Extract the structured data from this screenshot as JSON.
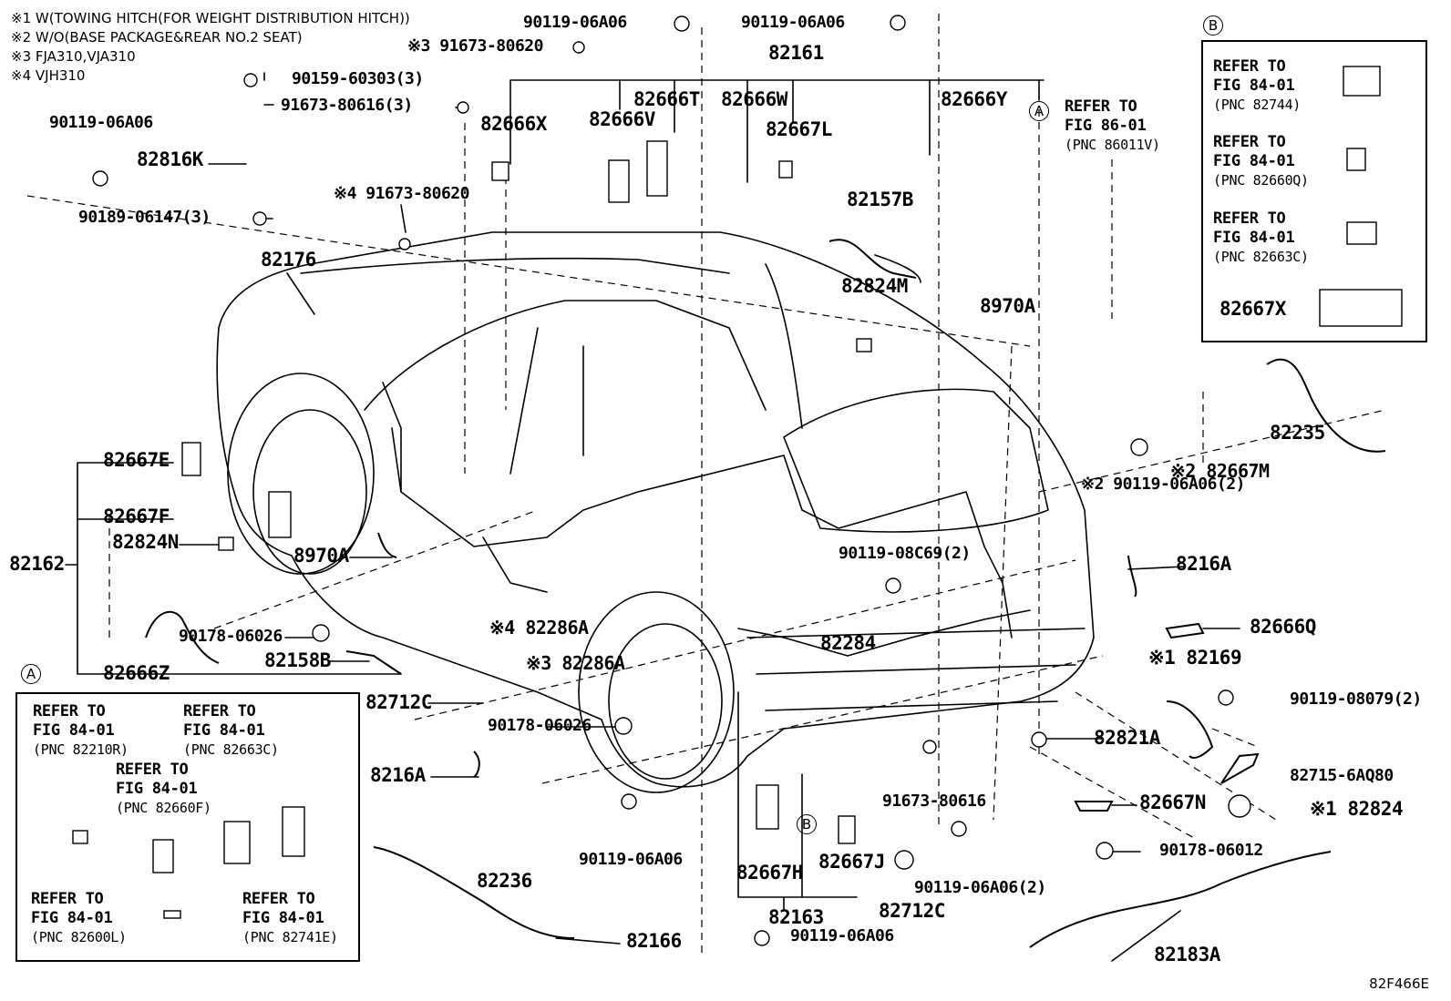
{
  "notes": [
    "※1 W(TOWING HITCH(FOR WEIGHT DISTRIBUTION HITCH))",
    "※2 W/O(BASE PACKAGE&REAR NO.2 SEAT)",
    "※3 FJA310,VJA310",
    "※4 VJH310"
  ],
  "diagram_code": "82F466E",
  "callouts": {
    "A": "A",
    "B": "B"
  },
  "labels": {
    "p90119_06a06_a": "90119-06A06",
    "p90119_06a06_b": "90119-06A06",
    "p91673_80620_3": "※3 91673-80620",
    "p82161": "82161",
    "p90159_60303": "90159-60303(3)",
    "p91673_80616_3": "91673-80616(3)",
    "p90119_06a06_c": "90119-06A06",
    "p82816k": "82816K",
    "p90189_06147": "90189-06147(3)",
    "p91673_80620_4": "※4 91673-80620",
    "p82666x": "82666X",
    "p82666v": "82666V",
    "p82666t": "82666T",
    "p82666w": "82666W",
    "p82667l": "82667L",
    "p82666y": "82666Y",
    "p82157b": "82157B",
    "p82824m": "82824M",
    "p8970a_r": "8970A",
    "p82176": "82176",
    "p82667e": "82667E",
    "p82667f": "82667F",
    "p82824n": "82824N",
    "p82162": "82162",
    "p8970a_l": "8970A",
    "p90178_06026_a": "90178-06026",
    "p82158b": "82158B",
    "p82666z": "82666Z",
    "p82286a_4": "※4 82286A",
    "p82286a_3": "※3 82286A",
    "p82712c_a": "82712C",
    "p90178_06026_b": "90178-06026",
    "p8216a_l": "8216A",
    "p90119_08c69": "90119-08C69(2)",
    "p82284": "82284",
    "p82235": "82235",
    "p90119_06a06_2a": "※2 90119-06A06(2)",
    "p82667m": "※2 82667M",
    "p8216a_r": "8216A",
    "p82666q": "82666Q",
    "p82169": "※1 82169",
    "p90119_08079": "90119-08079(2)",
    "p82821a": "82821A",
    "p82715": "82715-6AQ80",
    "p82824": "※1 82824",
    "p91673_80616": "91673-80616",
    "p82667n": "82667N",
    "p90178_06012": "90178-06012",
    "p82667h": "82667H",
    "p82667j": "82667J",
    "p90119_06a06_d": "90119-06A06",
    "p90119_06a06_2b": "90119-06A06(2)",
    "p82712c_b": "82712C",
    "p82236": "82236",
    "p82163": "82163",
    "p82166": "82166",
    "p90119_06a06_e": "90119-06A06",
    "p82183a": "82183A",
    "p82667x": "82667X"
  },
  "refer_a_top": {
    "line1": "REFER TO",
    "line2": "FIG 86-01",
    "pnc": "(PNC 86011V)"
  },
  "box_b": {
    "refs": [
      {
        "line1": "REFER TO",
        "line2": "FIG 84-01",
        "pnc": "(PNC 82744)"
      },
      {
        "line1": "REFER TO",
        "line2": "FIG 84-01",
        "pnc": "(PNC 82660Q)"
      },
      {
        "line1": "REFER TO",
        "line2": "FIG 84-01",
        "pnc": "(PNC 82663C)"
      }
    ]
  },
  "box_a": {
    "refs": [
      {
        "line1": "REFER TO",
        "line2": "FIG 84-01",
        "pnc": "(PNC 82210R)"
      },
      {
        "line1": "REFER TO",
        "line2": "FIG 84-01",
        "pnc": "(PNC 82663C)"
      },
      {
        "line1": "REFER TO",
        "line2": "FIG 84-01",
        "pnc": "(PNC 82660F)"
      },
      {
        "line1": "REFER TO",
        "line2": "FIG 84-01",
        "pnc": "(PNC 82600L)"
      },
      {
        "line1": "REFER TO",
        "line2": "FIG 84-01",
        "pnc": "(PNC 82741E)"
      }
    ]
  }
}
